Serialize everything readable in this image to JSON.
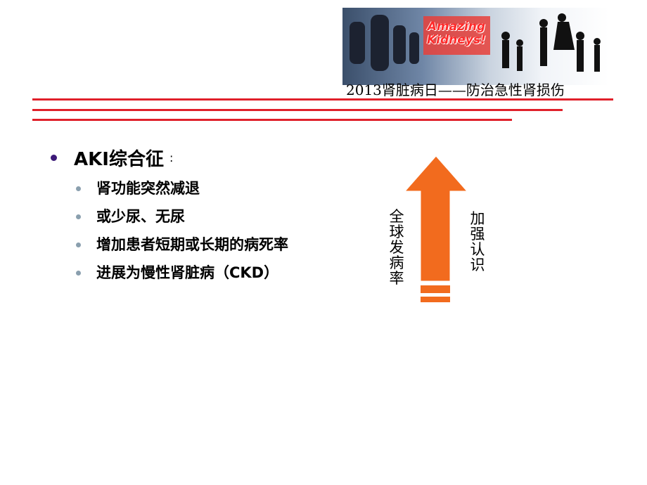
{
  "header": {
    "banner_text_line1": "Amazing",
    "banner_text_line2": "Kidneys!",
    "subtitle": "2013肾脏病日——防治急性肾损伤"
  },
  "colors": {
    "accent_rule": "#e0202a",
    "arrow": "#f26b1e",
    "bullet_main": "#3c1a78",
    "bullet_sub": "#8a9fae"
  },
  "content": {
    "main_bullet": "AKI综合征",
    "main_colon": ":",
    "sub_bullets": [
      "肾功能突然减退",
      "或少尿、无尿",
      "增加患者短期或长期的病死率",
      "进展为慢性肾脏病（CKD）"
    ]
  },
  "diagram": {
    "left_label": "全球发病率",
    "right_label": "加强认识",
    "icon": "up-arrow-icon"
  }
}
